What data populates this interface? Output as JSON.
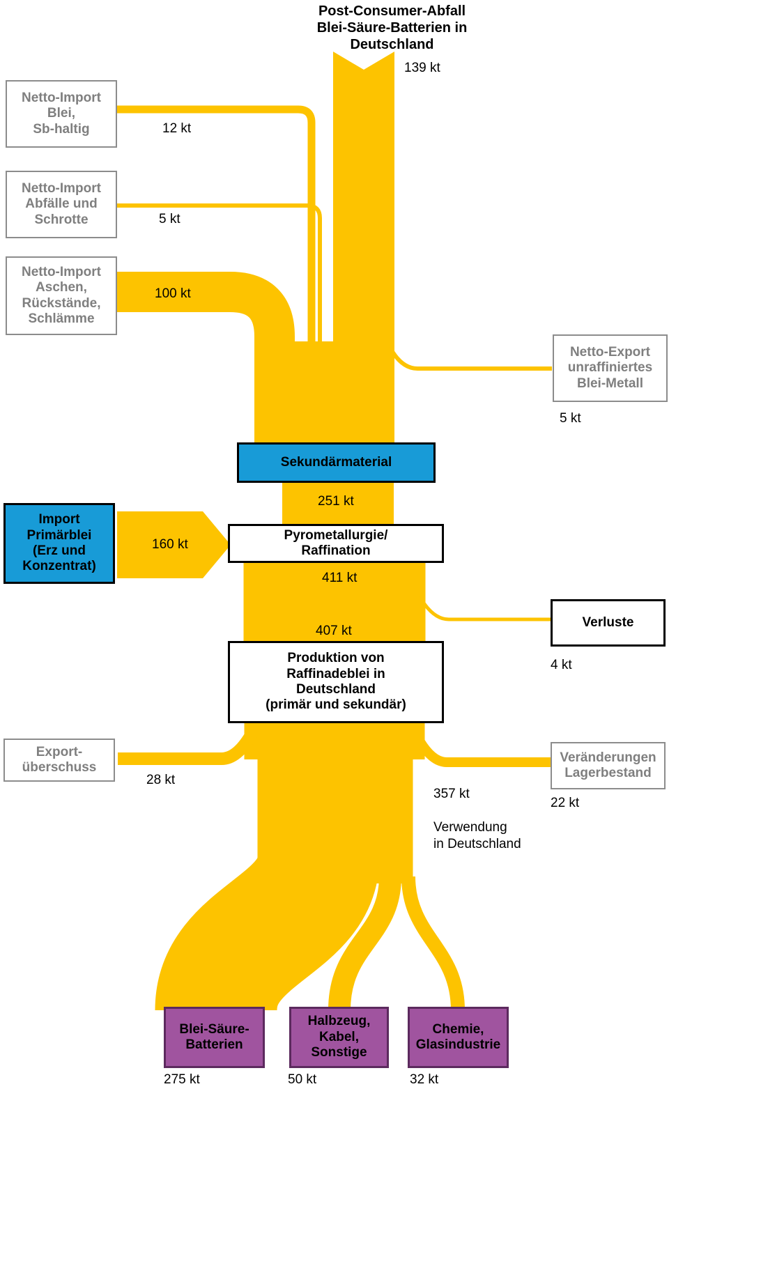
{
  "colors": {
    "flow": "#FDC300",
    "blue": "#189BD7",
    "purple": "#A0549F",
    "purple_border": "#5C2A5E",
    "gray_border": "#8C8C8C",
    "gray_text": "#7F7F7F"
  },
  "title": "Post-Consumer-Abfall\nBlei-Säure-Batterien in\nDeutschland",
  "nodes": {
    "netto_import_blei": {
      "label": "Netto-Import\nBlei,\nSb-haltig"
    },
    "netto_import_abfaelle": {
      "label": "Netto-Import\nAbfälle und\nSchrotte"
    },
    "netto_import_aschen": {
      "label": "Netto-Import\nAschen,\nRückstände,\nSchlämme"
    },
    "netto_export": {
      "label": "Netto-Export\nunraffiniertes\nBlei-Metall"
    },
    "sekundaermaterial": {
      "label": "Sekundärmaterial"
    },
    "import_primaerblei": {
      "label": "Import\nPrimärblei\n(Erz und\nKonzentrat)"
    },
    "pyrometallurgie": {
      "label": "Pyrometallurgie/\nRaffination"
    },
    "verluste": {
      "label": "Verluste"
    },
    "produktion": {
      "label": "Produktion von\nRaffinadeblei in\nDeutschland\n(primär und sekundär)"
    },
    "export_ueberschuss": {
      "label": "Export-\nüberschuss"
    },
    "lagerbestand": {
      "label": "Veränderungen\nLagerbestand"
    },
    "verwendung_note": {
      "label": "Verwendung\nin Deutschland"
    },
    "batterien": {
      "label": "Blei-Säure-\nBatterien"
    },
    "halbzeug": {
      "label": "Halbzeug,\nKabel,\nSonstige"
    },
    "chemie": {
      "label": "Chemie,\nGlasindustrie"
    }
  },
  "values": {
    "v139": "139 kt",
    "v12": "12 kt",
    "v5_import": "5 kt",
    "v100": "100 kt",
    "v5_export": "5 kt",
    "v251": "251 kt",
    "v160": "160 kt",
    "v411": "411 kt",
    "v4": "4 kt",
    "v407": "407 kt",
    "v28": "28 kt",
    "v22": "22 kt",
    "v357": "357 kt",
    "v275": "275 kt",
    "v50": "50 kt",
    "v32": "32 kt"
  },
  "chart_data": {
    "type": "sankey",
    "unit": "kt",
    "flows": [
      {
        "source": "post_consumer",
        "target": "sekundaermaterial",
        "value": 139
      },
      {
        "source": "netto_import_blei",
        "target": "sekundaermaterial",
        "value": 12
      },
      {
        "source": "netto_import_abfaelle",
        "target": "sekundaermaterial",
        "value": 5
      },
      {
        "source": "netto_import_aschen",
        "target": "sekundaermaterial",
        "value": 100
      },
      {
        "source": "sekundaermaterial",
        "target": "netto_export",
        "value": 5
      },
      {
        "source": "sekundaermaterial",
        "target": "pyrometallurgie",
        "value": 251
      },
      {
        "source": "import_primaerblei",
        "target": "pyrometallurgie",
        "value": 160
      },
      {
        "source": "pyrometallurgie",
        "target": "verluste",
        "value": 4
      },
      {
        "source": "pyrometallurgie",
        "target": "produktion",
        "value": 407
      },
      {
        "source": "produktion",
        "target": "export_ueberschuss",
        "value": 28
      },
      {
        "source": "produktion",
        "target": "lagerbestand",
        "value": 22
      },
      {
        "source": "produktion",
        "target": "verwendung",
        "value": 357
      },
      {
        "source": "verwendung",
        "target": "batterien",
        "value": 275
      },
      {
        "source": "verwendung",
        "target": "halbzeug",
        "value": 50
      },
      {
        "source": "verwendung",
        "target": "chemie",
        "value": 32
      }
    ],
    "pyro_output_total_kt": 411
  }
}
